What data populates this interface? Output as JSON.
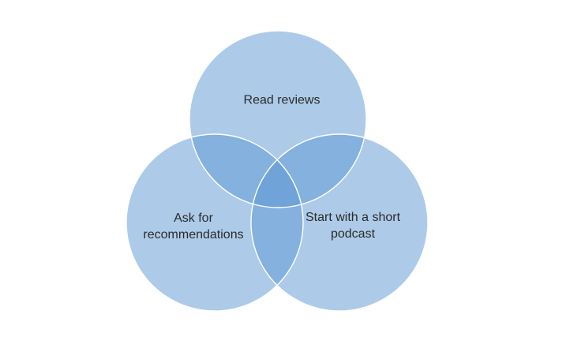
{
  "diagram": {
    "type": "venn",
    "title": "",
    "circles": [
      {
        "id": "top",
        "label": "Read reviews",
        "lines": [
          "Read reviews"
        ]
      },
      {
        "id": "bottom-left",
        "label": "Ask for recommendations",
        "lines": [
          "Ask for",
          "recommendations"
        ]
      },
      {
        "id": "bottom-right",
        "label": "Start with a short podcast",
        "lines": [
          "Start with a short",
          "podcast"
        ]
      }
    ],
    "colors": {
      "circle_fill": "#5B97D3",
      "circle_fill_single_appearance": "#ADCBE9",
      "circle_fill_pairwise_appearance": "#88B3E0",
      "circle_stroke": "#FFFFFF",
      "text": "#2B2B2B",
      "background": "#FFFFFF"
    }
  }
}
